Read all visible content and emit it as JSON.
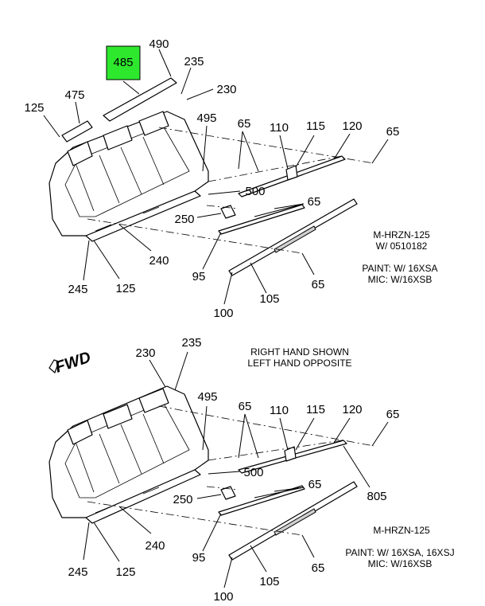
{
  "highlight_color": "#2ee82e",
  "fwd_label": "FWD",
  "orientation_note": [
    "RIGHT HAND SHOWN",
    "LEFT HAND OPPOSITE"
  ],
  "top_view": {
    "highlighted_callout": "485",
    "callouts": [
      "490",
      "235",
      "230",
      "475",
      "125",
      "495",
      "65",
      "110",
      "115",
      "120",
      "65",
      "500",
      "65",
      "250",
      "240",
      "95",
      "245",
      "125",
      "65",
      "105",
      "100"
    ],
    "model_info": [
      "M-HRZN-125",
      "W/ 0510182"
    ],
    "paint_info": [
      "PAINT: W/ 16XSA",
      "MIC: W/16XSB"
    ]
  },
  "bottom_view": {
    "callouts": [
      "230",
      "235",
      "495",
      "65",
      "110",
      "115",
      "120",
      "65",
      "500",
      "65",
      "805",
      "250",
      "240",
      "95",
      "245",
      "125",
      "65",
      "105",
      "100"
    ],
    "model_info": [
      "M-HRZN-125"
    ],
    "paint_info": [
      "PAINT: W/ 16XSA, 16XSJ",
      "MIC: W/16XSB"
    ]
  }
}
